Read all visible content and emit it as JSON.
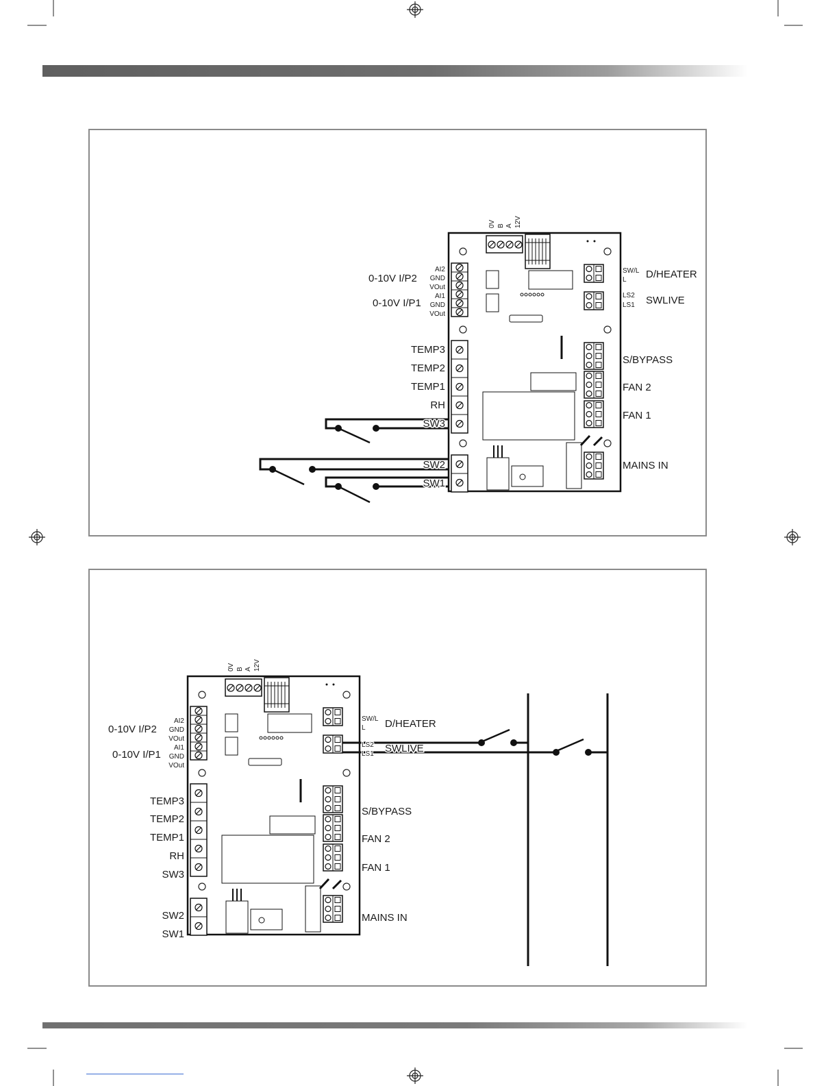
{
  "diagram_top": {
    "bus_labels": [
      "0V",
      "B",
      "A",
      "12V"
    ],
    "left_labels": {
      "ip2": "0-10V I/P2",
      "ip2_pins": [
        "AI2",
        "GND",
        "VOut"
      ],
      "ip1": "0-10V I/P1",
      "ip1_pins": [
        "AI1",
        "GND",
        "VOut"
      ],
      "temp3": "TEMP3",
      "temp2": "TEMP2",
      "temp1": "TEMP1",
      "rh": "RH",
      "sw3": "SW3",
      "sw2": "SW2",
      "sw1": "SW1"
    },
    "right_labels": {
      "heater_pins": [
        "SW/L",
        "L"
      ],
      "heater": "D/HEATER",
      "live_pins": [
        "LS2",
        "LS1"
      ],
      "live": "SWLIVE",
      "bypass": "S/BYPASS",
      "fan2": "FAN 2",
      "fan1": "FAN 1",
      "mains": "MAINS IN"
    }
  },
  "diagram_bottom": {
    "bus_labels": [
      "0V",
      "B",
      "A",
      "12V"
    ],
    "left_labels": {
      "ip2": "0-10V I/P2",
      "ip2_pins": [
        "AI2",
        "GND",
        "VOut"
      ],
      "ip1": "0-10V I/P1",
      "ip1_pins": [
        "AI1",
        "GND",
        "VOut"
      ],
      "temp3": "TEMP3",
      "temp2": "TEMP2",
      "temp1": "TEMP1",
      "rh": "RH",
      "sw3": "SW3",
      "sw2": "SW2",
      "sw1": "SW1"
    },
    "right_labels": {
      "heater_pins": [
        "SW/L",
        "L"
      ],
      "heater": "D/HEATER",
      "live_pins": [
        "LS2",
        "LS1"
      ],
      "live": "SWLIVE",
      "bypass": "S/BYPASS",
      "fan2": "FAN 2",
      "fan1": "FAN 1",
      "mains": "MAINS IN"
    }
  }
}
